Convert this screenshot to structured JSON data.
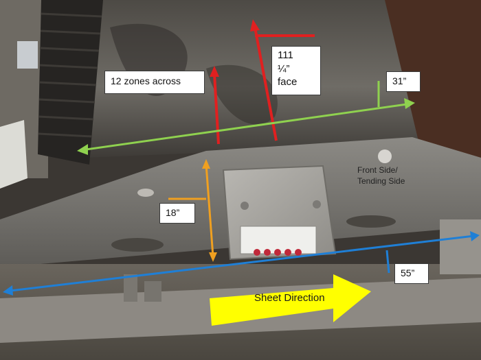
{
  "labels": {
    "zones": "12 zones across",
    "face_line1": "111",
    "face_line2": "¼”",
    "face_line3": "face",
    "width_31": "31”",
    "front_line1": "Front Side/",
    "front_line2": "Tending Side",
    "height_18": "18”",
    "length_55": "55”",
    "direction": "Sheet Direction"
  },
  "colors": {
    "red_marker": "#e02020",
    "green_marker": "#8fd14f",
    "orange_marker": "#f0a020",
    "blue_marker": "#1f7fd6",
    "direction_arrow": "#ffff00"
  }
}
